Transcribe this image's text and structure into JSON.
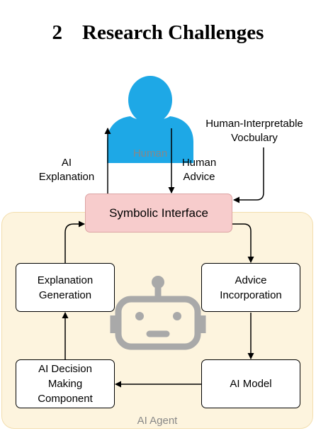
{
  "section": {
    "number": "2",
    "title": "Research Challenges"
  },
  "human": {
    "label": "Human",
    "color": "#1ea8e6",
    "icon": "human-icon"
  },
  "labels": {
    "ai_explanation": "AI\nExplanation",
    "human_advice": "Human\nAdvice",
    "vocabulary": "Human-Interpretable\nVocbulary"
  },
  "symbolic_interface": {
    "label": "Symbolic Interface",
    "fill": "#f7cccc"
  },
  "agent": {
    "label": "AI Agent",
    "fill": "#fdf4de",
    "icon": "robot-icon"
  },
  "boxes": {
    "explanation_generation": "Explanation\nGeneration",
    "advice_incorporation": "Advice\nIncorporation",
    "ai_decision": "AI Decision\nMaking\nComponent",
    "ai_model": "AI Model"
  }
}
